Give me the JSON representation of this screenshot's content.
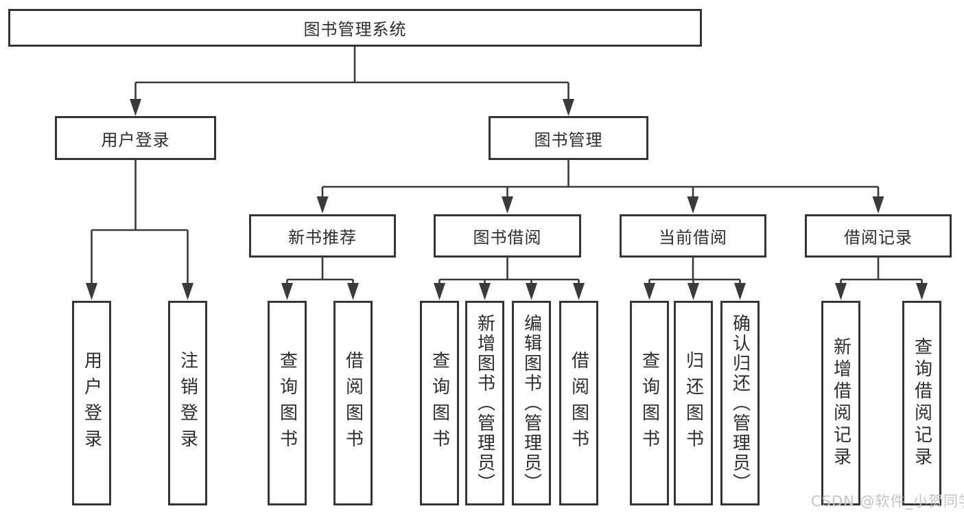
{
  "diagram": {
    "tree": {
      "label": "图书管理系统",
      "children": [
        {
          "label": "用户登录",
          "children": [
            {
              "label": "用户登录"
            },
            {
              "label": "注销登录"
            }
          ]
        },
        {
          "label": "图书管理",
          "children": [
            {
              "label": "新书推荐",
              "children": [
                {
                  "label": "查询图书"
                },
                {
                  "label": "借阅图书"
                }
              ]
            },
            {
              "label": "图书借阅",
              "children": [
                {
                  "label": "查询图书"
                },
                {
                  "label": "新增图书（管理员）"
                },
                {
                  "label": "编辑图书（管理员）"
                },
                {
                  "label": "借阅图书"
                }
              ]
            },
            {
              "label": "当前借阅",
              "children": [
                {
                  "label": "查询图书"
                },
                {
                  "label": "归还图书"
                },
                {
                  "label": "确认归还（管理员）"
                }
              ]
            },
            {
              "label": "借阅记录",
              "children": [
                {
                  "label": "新增借阅记录"
                },
                {
                  "label": "查询借阅记录"
                }
              ]
            }
          ]
        }
      ]
    },
    "colors": {
      "line": "#3a3a3a",
      "box_border": "#353535",
      "text": "#2d2d2d",
      "background": "#ffffff",
      "watermark_text_color": "#c4c4c4"
    }
  },
  "watermark": {
    "text": "CSDN @软件_小贺同学"
  }
}
